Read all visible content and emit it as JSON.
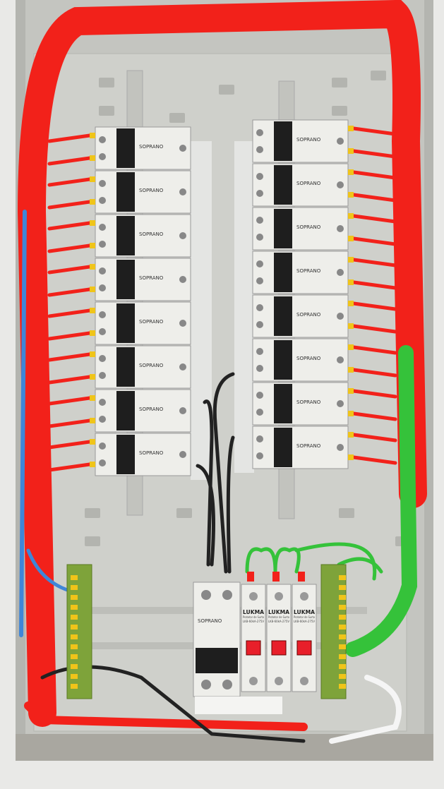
{
  "scene": "electrical-distribution-panel",
  "colors": {
    "wall": "#e9e9e7",
    "enclosure": "#b9bab5",
    "backplate": "#cfd0cb",
    "breaker_body": "#eeeeea",
    "toggle": "#1e1e1e",
    "phase_wire": "#f2211a",
    "neutral_wire": "#3f86d8",
    "ground_wire": "#35c23a",
    "ground_bar": "#7ea33a",
    "ferrule_yellow": "#f0c419"
  },
  "breakers": {
    "brand": "SOPRANO",
    "left_count": 8,
    "right_count": 8
  },
  "main_breaker": {
    "brand": "SOPRANO"
  },
  "surge_protectors": [
    {
      "brand": "LUKMA",
      "type": "Protetor de Surto",
      "model": "LK8-60kA-275V"
    },
    {
      "brand": "LUKMA",
      "type": "Protetor de Surto",
      "model": "LK8-60kA-275V"
    },
    {
      "brand": "LUKMA",
      "type": "Protetor de Surto",
      "model": "LK8-60kA-275V"
    }
  ]
}
